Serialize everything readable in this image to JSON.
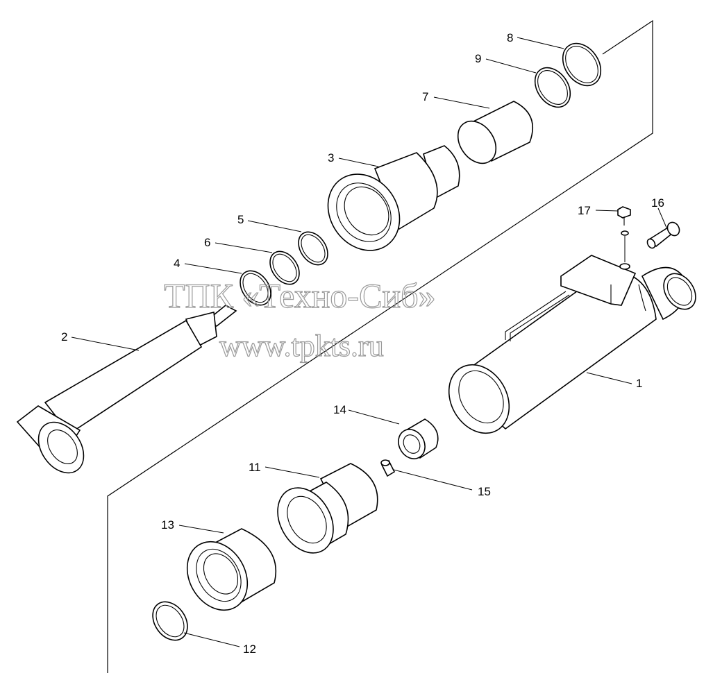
{
  "watermark": {
    "line1": "ТПК «Техно-Сиб»",
    "line2": "www.tpkts.ru"
  },
  "callouts": [
    {
      "id": "1",
      "label": "1"
    },
    {
      "id": "2",
      "label": "2"
    },
    {
      "id": "3",
      "label": "3"
    },
    {
      "id": "4",
      "label": "4"
    },
    {
      "id": "5",
      "label": "5"
    },
    {
      "id": "6",
      "label": "6"
    },
    {
      "id": "7",
      "label": "7"
    },
    {
      "id": "8",
      "label": "8"
    },
    {
      "id": "9",
      "label": "9"
    },
    {
      "id": "11",
      "label": "11"
    },
    {
      "id": "12",
      "label": "12"
    },
    {
      "id": "13",
      "label": "13"
    },
    {
      "id": "14",
      "label": "14"
    },
    {
      "id": "15",
      "label": "15"
    },
    {
      "id": "16",
      "label": "16"
    },
    {
      "id": "17",
      "label": "17"
    }
  ],
  "colors": {
    "line": "#000000",
    "background": "#ffffff",
    "watermark": "#9a9a9a"
  }
}
